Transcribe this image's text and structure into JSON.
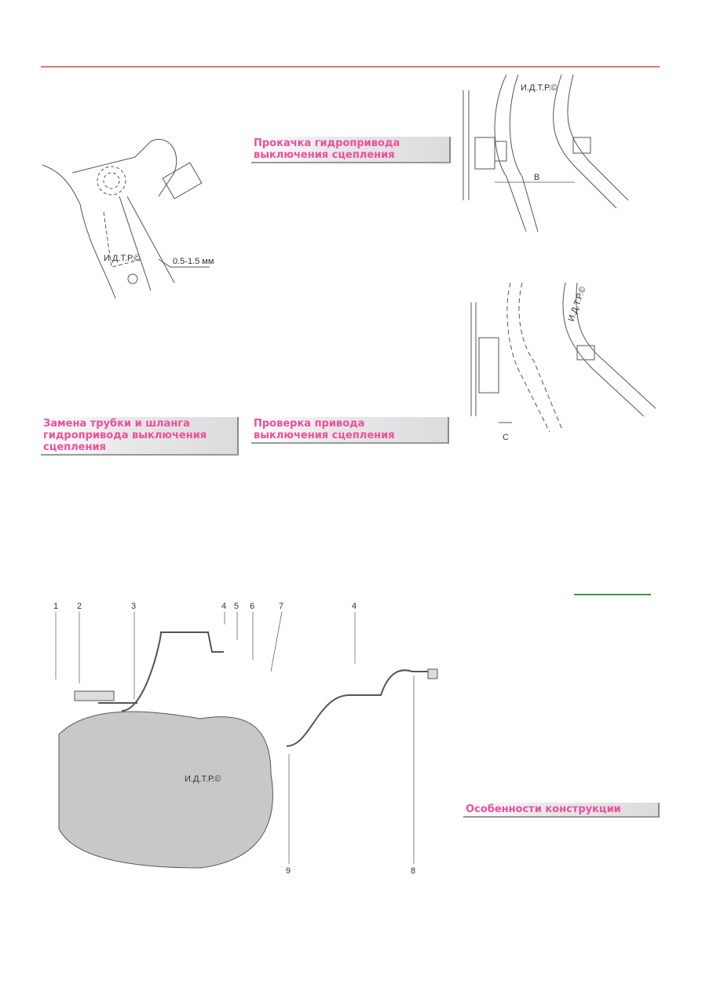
{
  "headings": {
    "bleeding": [
      "Прокачка гидропривода",
      "выключения сцепления"
    ],
    "replacement": [
      "Замена трубки и шланга",
      "гидропривода выключения",
      "сцепления"
    ],
    "check": [
      "Проверка привода",
      "выключения сцепления"
    ],
    "design": [
      "Особенности конструкции"
    ]
  },
  "figures": {
    "switch": {
      "watermark": "И.Д.Т.Р.©",
      "gap": "0.5-1.5 мм"
    },
    "pedal_b": {
      "watermark": "И.Д.Т.Р.©",
      "dim": "B"
    },
    "pedal_c": {
      "watermark": "И.Д.Т.Р.©",
      "dim": "C"
    },
    "hydraulics": {
      "watermark": "И.Д.Т.Р.©",
      "callouts": [
        "1",
        "2",
        "3",
        "4",
        "5",
        "6",
        "7",
        "4",
        "9",
        "8"
      ]
    }
  },
  "colors": {
    "rule": "#e8736e",
    "heading": "#ee4f9a",
    "link_line": "#3e9a3e"
  }
}
